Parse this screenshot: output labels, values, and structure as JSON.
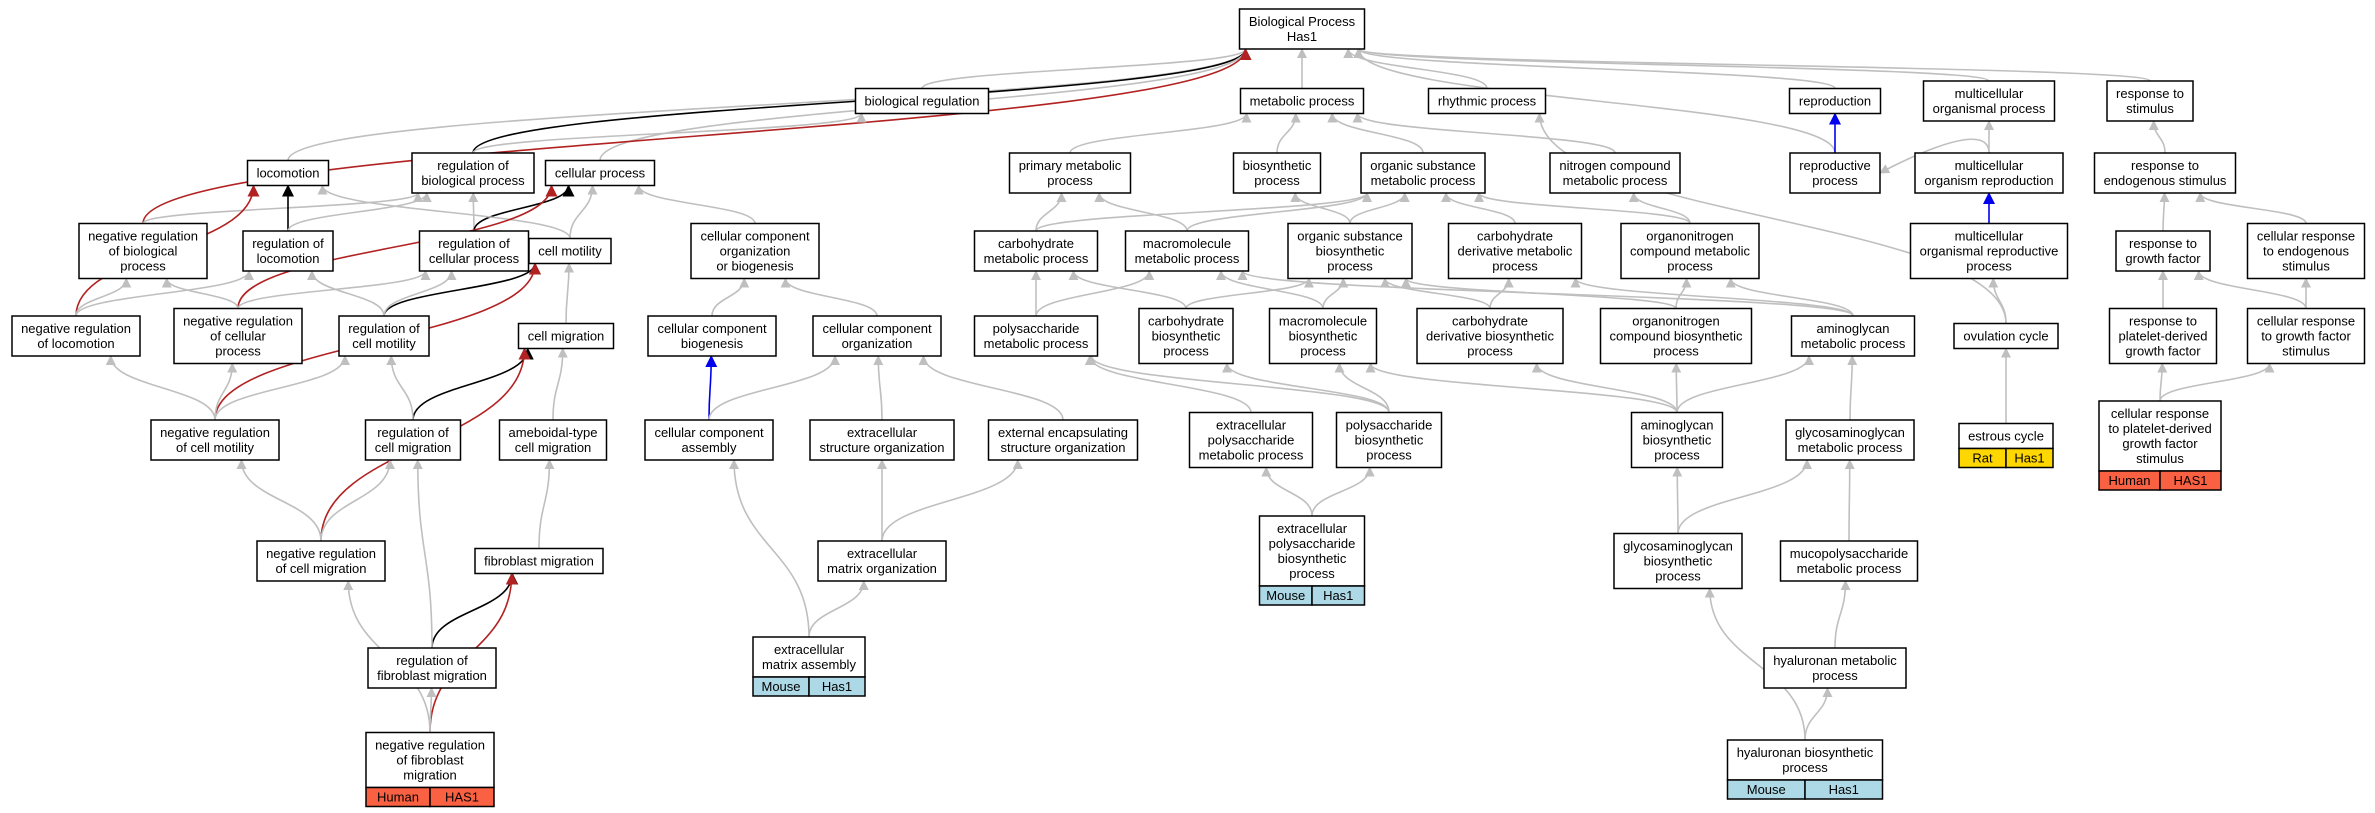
{
  "colors": {
    "default_edge": "#bfbfbf",
    "is_a_edge": "#000000",
    "part_of_edge": "#0000ee",
    "negative_edge": "#b22222",
    "mouse_tag": "#add8e6",
    "rat_tag": "#ffd700",
    "human_tag": "#fa6142"
  },
  "nodes": [
    {
      "id": "bp",
      "lines": [
        "Biological Process",
        "Has1"
      ]
    },
    {
      "id": "bioreg",
      "lines": [
        "biological regulation"
      ]
    },
    {
      "id": "metab",
      "lines": [
        "metabolic process"
      ]
    },
    {
      "id": "rhythm",
      "lines": [
        "rhythmic process"
      ]
    },
    {
      "id": "repro",
      "lines": [
        "reproduction"
      ]
    },
    {
      "id": "multiorg",
      "lines": [
        "multicellular",
        "organismal process"
      ]
    },
    {
      "id": "respstim",
      "lines": [
        "response to",
        "stimulus"
      ]
    },
    {
      "id": "loco",
      "lines": [
        "locomotion"
      ]
    },
    {
      "id": "regbio",
      "lines": [
        "regulation of",
        "biological process"
      ]
    },
    {
      "id": "cellproc",
      "lines": [
        "cellular process"
      ]
    },
    {
      "id": "primmet",
      "lines": [
        "primary metabolic",
        "process"
      ]
    },
    {
      "id": "biosyn",
      "lines": [
        "biosynthetic",
        "process"
      ]
    },
    {
      "id": "orgsub",
      "lines": [
        "organic substance",
        "metabolic process"
      ]
    },
    {
      "id": "nitro",
      "lines": [
        "nitrogen compound",
        "metabolic process"
      ]
    },
    {
      "id": "reproproc",
      "lines": [
        "reproductive",
        "process"
      ]
    },
    {
      "id": "multirepro",
      "lines": [
        "multicellular",
        "organism reproduction"
      ]
    },
    {
      "id": "respendo",
      "lines": [
        "response to",
        "endogenous stimulus"
      ]
    },
    {
      "id": "negregbio",
      "lines": [
        "negative regulation",
        "of biological",
        "process"
      ]
    },
    {
      "id": "regloco",
      "lines": [
        "regulation of",
        "locomotion"
      ]
    },
    {
      "id": "regcell",
      "lines": [
        "regulation of",
        "cellular process"
      ]
    },
    {
      "id": "cellmot",
      "lines": [
        "cell motility"
      ]
    },
    {
      "id": "ccorg",
      "lines": [
        "cellular component",
        "organization",
        "or biogenesis"
      ]
    },
    {
      "id": "carbmet",
      "lines": [
        "carbohydrate",
        "metabolic process"
      ]
    },
    {
      "id": "macromet",
      "lines": [
        "macromolecule",
        "metabolic process"
      ]
    },
    {
      "id": "orgsubbio",
      "lines": [
        "organic substance",
        "biosynthetic",
        "process"
      ]
    },
    {
      "id": "carbder",
      "lines": [
        "carbohydrate",
        "derivative metabolic",
        "process"
      ]
    },
    {
      "id": "organonit",
      "lines": [
        "organonitrogen",
        "compound metabolic",
        "process"
      ]
    },
    {
      "id": "multireproproc",
      "lines": [
        "multicellular",
        "organismal reproductive",
        "process"
      ]
    },
    {
      "id": "respgf",
      "lines": [
        "response to",
        "growth factor"
      ]
    },
    {
      "id": "cellrespendo",
      "lines": [
        "cellular response",
        "to endogenous",
        "stimulus"
      ]
    },
    {
      "id": "negregloco",
      "lines": [
        "negative regulation",
        "of locomotion"
      ]
    },
    {
      "id": "negregcell",
      "lines": [
        "negative regulation",
        "of cellular",
        "process"
      ]
    },
    {
      "id": "regcellmot",
      "lines": [
        "regulation of",
        "cell motility"
      ]
    },
    {
      "id": "cellmig",
      "lines": [
        "cell migration"
      ]
    },
    {
      "id": "ccbio",
      "lines": [
        "cellular component",
        "biogenesis"
      ]
    },
    {
      "id": "ccorg2",
      "lines": [
        "cellular component",
        "organization"
      ]
    },
    {
      "id": "polymet",
      "lines": [
        "polysaccharide",
        "metabolic process"
      ]
    },
    {
      "id": "carbbio",
      "lines": [
        "carbohydrate",
        "biosynthetic",
        "process"
      ]
    },
    {
      "id": "macrobio",
      "lines": [
        "macromolecule",
        "biosynthetic",
        "process"
      ]
    },
    {
      "id": "carbderbio",
      "lines": [
        "carbohydrate",
        "derivative biosynthetic",
        "process"
      ]
    },
    {
      "id": "organonitbio",
      "lines": [
        "organonitrogen",
        "compound biosynthetic",
        "process"
      ]
    },
    {
      "id": "aminomet",
      "lines": [
        "aminoglycan",
        "metabolic process"
      ]
    },
    {
      "id": "ovul",
      "lines": [
        "ovulation cycle"
      ]
    },
    {
      "id": "respplat",
      "lines": [
        "response to",
        "platelet-derived",
        "growth factor"
      ]
    },
    {
      "id": "cellrespgf",
      "lines": [
        "cellular response",
        "to growth factor",
        "stimulus"
      ]
    },
    {
      "id": "negregcellmot",
      "lines": [
        "negative regulation",
        "of cell motility"
      ]
    },
    {
      "id": "regcellmig",
      "lines": [
        "regulation of",
        "cell migration"
      ]
    },
    {
      "id": "ameb",
      "lines": [
        "ameboidal-type",
        "cell migration"
      ]
    },
    {
      "id": "ccassem",
      "lines": [
        "cellular component",
        "assembly"
      ]
    },
    {
      "id": "extorg",
      "lines": [
        "extracellular",
        "structure organization"
      ]
    },
    {
      "id": "extenc",
      "lines": [
        "external encapsulating",
        "structure organization"
      ]
    },
    {
      "id": "extpolymet",
      "lines": [
        "extracellular",
        "polysaccharide",
        "metabolic process"
      ]
    },
    {
      "id": "polybio",
      "lines": [
        "polysaccharide",
        "biosynthetic",
        "process"
      ]
    },
    {
      "id": "aminobio",
      "lines": [
        "aminoglycan",
        "biosynthetic",
        "process"
      ]
    },
    {
      "id": "gagmet",
      "lines": [
        "glycosaminoglycan",
        "metabolic process"
      ]
    },
    {
      "id": "estrous",
      "lines": [
        "estrous cycle"
      ],
      "tag": {
        "species": "Rat",
        "gene": "Has1",
        "color": "rat_tag"
      }
    },
    {
      "id": "cellrespplat",
      "lines": [
        "cellular response",
        "to platelet-derived",
        "growth factor",
        "stimulus"
      ],
      "tag": {
        "species": "Human",
        "gene": "HAS1",
        "color": "human_tag"
      }
    },
    {
      "id": "negregcellmig",
      "lines": [
        "negative regulation",
        "of cell migration"
      ]
    },
    {
      "id": "fibmig",
      "lines": [
        "fibroblast migration"
      ]
    },
    {
      "id": "extmatorg",
      "lines": [
        "extracellular",
        "matrix organization"
      ]
    },
    {
      "id": "extpolybio",
      "lines": [
        "extracellular",
        "polysaccharide",
        "biosynthetic",
        "process"
      ],
      "tag": {
        "species": "Mouse",
        "gene": "Has1",
        "color": "mouse_tag"
      }
    },
    {
      "id": "gagbio",
      "lines": [
        "glycosaminoglycan",
        "biosynthetic",
        "process"
      ]
    },
    {
      "id": "mucopoly",
      "lines": [
        "mucopolysaccharide",
        "metabolic process"
      ]
    },
    {
      "id": "regfibmig",
      "lines": [
        "regulation of",
        "fibroblast migration"
      ]
    },
    {
      "id": "extmatassem",
      "lines": [
        "extracellular",
        "matrix assembly"
      ],
      "tag": {
        "species": "Mouse",
        "gene": "Has1",
        "color": "mouse_tag"
      }
    },
    {
      "id": "hyalmet",
      "lines": [
        "hyaluronan metabolic",
        "process"
      ]
    },
    {
      "id": "negregfibmig",
      "lines": [
        "negative regulation",
        "of fibroblast",
        "migration"
      ],
      "tag": {
        "species": "Human",
        "gene": "HAS1",
        "color": "human_tag"
      }
    },
    {
      "id": "hyalbio",
      "lines": [
        "hyaluronan biosynthetic",
        "process"
      ],
      "tag": {
        "species": "Mouse",
        "gene": "Has1",
        "color": "mouse_tag"
      }
    }
  ],
  "edges": [
    {
      "from": "bioreg",
      "to": "bp",
      "kind": "default"
    },
    {
      "from": "metab",
      "to": "bp",
      "kind": "default"
    },
    {
      "from": "rhythm",
      "to": "bp",
      "kind": "default"
    },
    {
      "from": "repro",
      "to": "bp",
      "kind": "default"
    },
    {
      "from": "multiorg",
      "to": "bp",
      "kind": "default"
    },
    {
      "from": "respstim",
      "to": "bp",
      "kind": "default"
    },
    {
      "from": "loco",
      "to": "bp",
      "kind": "default"
    },
    {
      "from": "regbio",
      "to": "bp",
      "kind": "is_a"
    },
    {
      "from": "cellproc",
      "to": "bp",
      "kind": "default"
    },
    {
      "from": "reproproc",
      "to": "bp",
      "kind": "default"
    },
    {
      "from": "negregbio",
      "to": "bp",
      "kind": "negative"
    },
    {
      "from": "regbio",
      "to": "bioreg",
      "kind": "default"
    },
    {
      "from": "primmet",
      "to": "metab",
      "kind": "default"
    },
    {
      "from": "biosyn",
      "to": "metab",
      "kind": "default"
    },
    {
      "from": "orgsub",
      "to": "metab",
      "kind": "default"
    },
    {
      "from": "nitro",
      "to": "metab",
      "kind": "default"
    },
    {
      "from": "ovul",
      "to": "rhythm",
      "kind": "default"
    },
    {
      "from": "reproproc",
      "to": "repro",
      "kind": "part_of"
    },
    {
      "from": "multirepro",
      "to": "multiorg",
      "kind": "default"
    },
    {
      "from": "multirepro",
      "to": "reproproc",
      "kind": "default"
    },
    {
      "from": "multireproproc",
      "to": "multirepro",
      "kind": "part_of"
    },
    {
      "from": "respendo",
      "to": "respstim",
      "kind": "default"
    },
    {
      "from": "respgf",
      "to": "respendo",
      "kind": "default"
    },
    {
      "from": "cellrespendo",
      "to": "respendo",
      "kind": "default"
    },
    {
      "from": "cellrespgf",
      "to": "respgf",
      "kind": "default"
    },
    {
      "from": "cellrespgf",
      "to": "cellrespendo",
      "kind": "default"
    },
    {
      "from": "respplat",
      "to": "respgf",
      "kind": "default"
    },
    {
      "from": "cellrespplat",
      "to": "respplat",
      "kind": "default"
    },
    {
      "from": "cellrespplat",
      "to": "cellrespgf",
      "kind": "default"
    },
    {
      "from": "ovul",
      "to": "multireproproc",
      "kind": "default"
    },
    {
      "from": "estrous",
      "to": "ovul",
      "kind": "default"
    },
    {
      "from": "negregbio",
      "to": "regbio",
      "kind": "default"
    },
    {
      "from": "regloco",
      "to": "loco",
      "kind": "is_a"
    },
    {
      "from": "regloco",
      "to": "regbio",
      "kind": "default"
    },
    {
      "from": "regcell",
      "to": "regbio",
      "kind": "default"
    },
    {
      "from": "regcell",
      "to": "cellproc",
      "kind": "is_a"
    },
    {
      "from": "cellmot",
      "to": "cellproc",
      "kind": "default"
    },
    {
      "from": "cellmot",
      "to": "loco",
      "kind": "default"
    },
    {
      "from": "ccorg",
      "to": "cellproc",
      "kind": "default"
    },
    {
      "from": "negregloco",
      "to": "loco",
      "kind": "negative"
    },
    {
      "from": "negregloco",
      "to": "negregbio",
      "kind": "default"
    },
    {
      "from": "negregloco",
      "to": "regloco",
      "kind": "default"
    },
    {
      "from": "negregcell",
      "to": "cellproc",
      "kind": "negative"
    },
    {
      "from": "negregcell",
      "to": "negregbio",
      "kind": "default"
    },
    {
      "from": "negregcell",
      "to": "regcell",
      "kind": "default"
    },
    {
      "from": "regcellmot",
      "to": "cellmot",
      "kind": "is_a"
    },
    {
      "from": "regcellmot",
      "to": "regloco",
      "kind": "default"
    },
    {
      "from": "regcellmot",
      "to": "regcell",
      "kind": "default"
    },
    {
      "from": "cellmig",
      "to": "cellmot",
      "kind": "default"
    },
    {
      "from": "ccbio",
      "to": "ccorg",
      "kind": "default"
    },
    {
      "from": "ccorg2",
      "to": "ccorg",
      "kind": "default"
    },
    {
      "from": "ccassem",
      "to": "ccbio",
      "kind": "part_of"
    },
    {
      "from": "ccassem",
      "to": "ccorg2",
      "kind": "default"
    },
    {
      "from": "extorg",
      "to": "ccorg2",
      "kind": "default"
    },
    {
      "from": "extenc",
      "to": "ccorg2",
      "kind": "default"
    },
    {
      "from": "negregcellmot",
      "to": "cellmot",
      "kind": "negative"
    },
    {
      "from": "negregcellmot",
      "to": "negregloco",
      "kind": "default"
    },
    {
      "from": "negregcellmot",
      "to": "negregcell",
      "kind": "default"
    },
    {
      "from": "negregcellmot",
      "to": "regcellmot",
      "kind": "default"
    },
    {
      "from": "regcellmig",
      "to": "cellmig",
      "kind": "is_a"
    },
    {
      "from": "regcellmig",
      "to": "regcellmot",
      "kind": "default"
    },
    {
      "from": "ameb",
      "to": "cellmig",
      "kind": "default"
    },
    {
      "from": "negregcellmig",
      "to": "cellmig",
      "kind": "negative"
    },
    {
      "from": "negregcellmig",
      "to": "negregcellmot",
      "kind": "default"
    },
    {
      "from": "negregcellmig",
      "to": "regcellmig",
      "kind": "default"
    },
    {
      "from": "fibmig",
      "to": "ameb",
      "kind": "default"
    },
    {
      "from": "regfibmig",
      "to": "fibmig",
      "kind": "is_a"
    },
    {
      "from": "regfibmig",
      "to": "regcellmig",
      "kind": "default"
    },
    {
      "from": "negregfibmig",
      "to": "fibmig",
      "kind": "negative"
    },
    {
      "from": "negregfibmig",
      "to": "regfibmig",
      "kind": "default"
    },
    {
      "from": "negregfibmig",
      "to": "negregcellmig",
      "kind": "default"
    },
    {
      "from": "extmatorg",
      "to": "extorg",
      "kind": "default"
    },
    {
      "from": "extmatorg",
      "to": "extenc",
      "kind": "default"
    },
    {
      "from": "extmatassem",
      "to": "extmatorg",
      "kind": "default"
    },
    {
      "from": "extmatassem",
      "to": "ccassem",
      "kind": "default"
    },
    {
      "from": "carbmet",
      "to": "primmet",
      "kind": "default"
    },
    {
      "from": "carbmet",
      "to": "orgsub",
      "kind": "default"
    },
    {
      "from": "macromet",
      "to": "primmet",
      "kind": "default"
    },
    {
      "from": "macromet",
      "to": "orgsub",
      "kind": "default"
    },
    {
      "from": "orgsubbio",
      "to": "orgsub",
      "kind": "default"
    },
    {
      "from": "orgsubbio",
      "to": "biosyn",
      "kind": "default"
    },
    {
      "from": "carbder",
      "to": "orgsub",
      "kind": "default"
    },
    {
      "from": "organonit",
      "to": "orgsub",
      "kind": "default"
    },
    {
      "from": "organonit",
      "to": "nitro",
      "kind": "default"
    },
    {
      "from": "polymet",
      "to": "carbmet",
      "kind": "default"
    },
    {
      "from": "polymet",
      "to": "macromet",
      "kind": "default"
    },
    {
      "from": "carbbio",
      "to": "carbmet",
      "kind": "default"
    },
    {
      "from": "carbbio",
      "to": "orgsubbio",
      "kind": "default"
    },
    {
      "from": "macrobio",
      "to": "macromet",
      "kind": "default"
    },
    {
      "from": "macrobio",
      "to": "orgsubbio",
      "kind": "default"
    },
    {
      "from": "carbderbio",
      "to": "carbder",
      "kind": "default"
    },
    {
      "from": "carbderbio",
      "to": "orgsubbio",
      "kind": "default"
    },
    {
      "from": "organonitbio",
      "to": "organonit",
      "kind": "default"
    },
    {
      "from": "organonitbio",
      "to": "orgsubbio",
      "kind": "default"
    },
    {
      "from": "aminomet",
      "to": "macromet",
      "kind": "default"
    },
    {
      "from": "aminomet",
      "to": "carbder",
      "kind": "default"
    },
    {
      "from": "aminomet",
      "to": "organonit",
      "kind": "default"
    },
    {
      "from": "extpolymet",
      "to": "polymet",
      "kind": "default"
    },
    {
      "from": "polybio",
      "to": "polymet",
      "kind": "default"
    },
    {
      "from": "polybio",
      "to": "carbbio",
      "kind": "default"
    },
    {
      "from": "polybio",
      "to": "macrobio",
      "kind": "default"
    },
    {
      "from": "aminobio",
      "to": "aminomet",
      "kind": "default"
    },
    {
      "from": "aminobio",
      "to": "carbderbio",
      "kind": "default"
    },
    {
      "from": "aminobio",
      "to": "organonitbio",
      "kind": "default"
    },
    {
      "from": "aminobio",
      "to": "macrobio",
      "kind": "default"
    },
    {
      "from": "gagmet",
      "to": "aminomet",
      "kind": "default"
    },
    {
      "from": "extpolybio",
      "to": "extpolymet",
      "kind": "default"
    },
    {
      "from": "extpolybio",
      "to": "polybio",
      "kind": "default"
    },
    {
      "from": "gagbio",
      "to": "aminobio",
      "kind": "default"
    },
    {
      "from": "gagbio",
      "to": "gagmet",
      "kind": "default"
    },
    {
      "from": "mucopoly",
      "to": "gagmet",
      "kind": "default"
    },
    {
      "from": "hyalmet",
      "to": "mucopoly",
      "kind": "default"
    },
    {
      "from": "hyalbio",
      "to": "hyalmet",
      "kind": "default"
    },
    {
      "from": "hyalbio",
      "to": "gagbio",
      "kind": "default"
    }
  ]
}
